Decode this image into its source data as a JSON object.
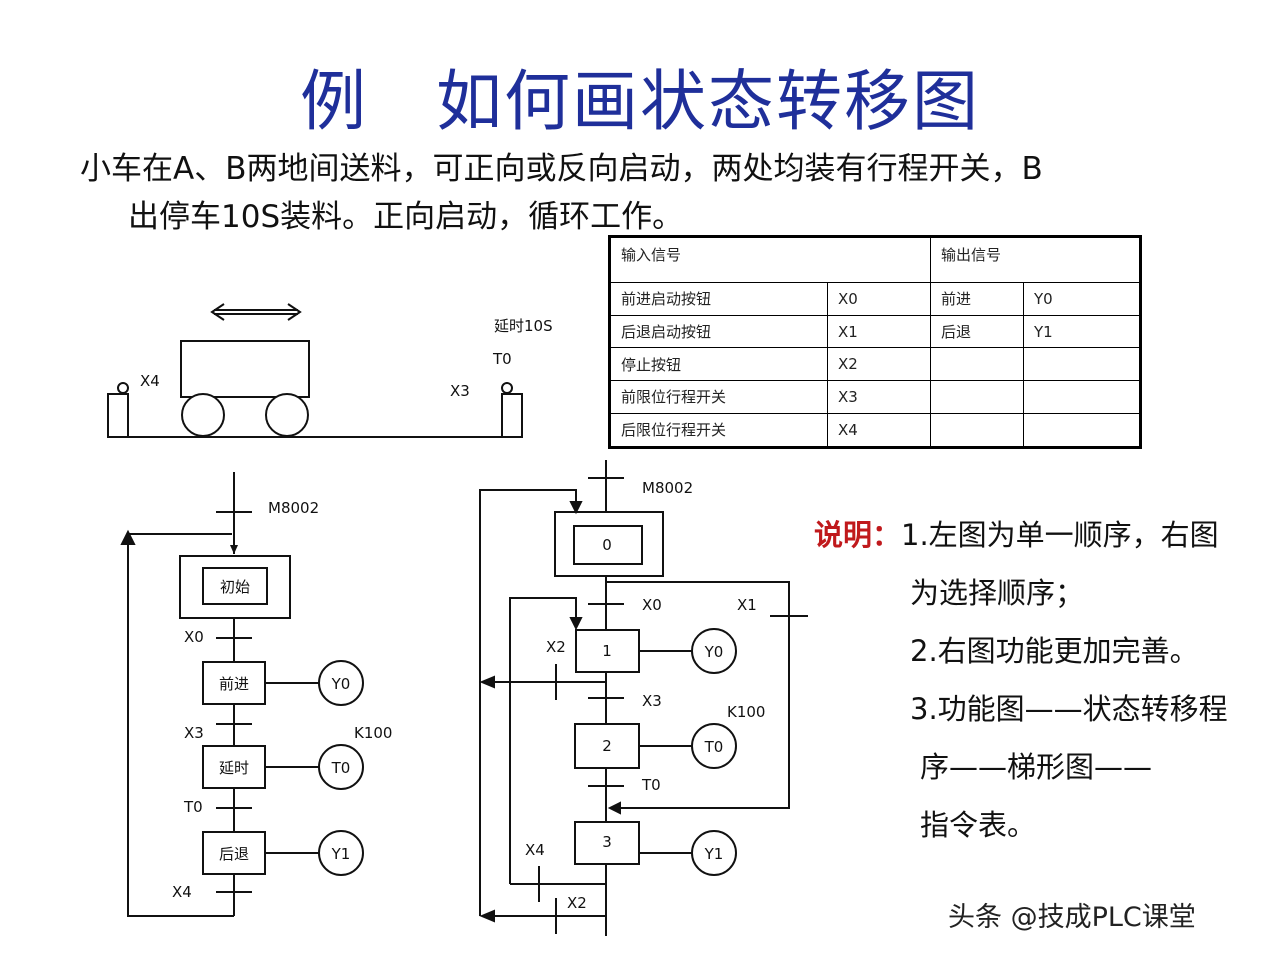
{
  "title": "例　如何画状态转移图",
  "description": {
    "line1": "小车在A、B两地间送料，可正向或反向启动，两处均装有行程开关，B",
    "line2": "出停车10S装料。正向启动，循环工作。"
  },
  "cart_scene": {
    "label_x4": "X4",
    "label_x3": "X3",
    "delay_label": "延时10S",
    "timer_label": "T0"
  },
  "io_table": {
    "input_header": "输入信号",
    "output_header": "输出信号",
    "rows": [
      {
        "input_name": "前进启动按钮",
        "input_addr": "X0",
        "output_name": "前进",
        "output_addr": "Y0"
      },
      {
        "input_name": "后退启动按钮",
        "input_addr": "X1",
        "output_name": "后退",
        "output_addr": "Y1"
      },
      {
        "input_name": "停止按钮",
        "input_addr": "X2",
        "output_name": "",
        "output_addr": ""
      },
      {
        "input_name": "前限位行程开关",
        "input_addr": "X3",
        "output_name": "",
        "output_addr": ""
      },
      {
        "input_name": "后限位行程开关",
        "input_addr": "X4",
        "output_name": "",
        "output_addr": ""
      }
    ]
  },
  "left_chart": {
    "init_signal": "M8002",
    "initial_step": "初始",
    "steps": [
      "前进",
      "延时",
      "后退"
    ],
    "transitions": [
      "X0",
      "X3",
      "T0",
      "X4"
    ],
    "outputs": [
      "Y0",
      "T0",
      "Y1"
    ],
    "timer_preset": "K100"
  },
  "right_chart": {
    "init_signal": "M8002",
    "steps": [
      "0",
      "1",
      "2",
      "3"
    ],
    "transitions": {
      "t0_1": "X0",
      "t0_3": "X1",
      "t1_0": "X2",
      "t1_2": "X3",
      "t2_3": "T0",
      "t3_1": "X4",
      "t3_0": "X2"
    },
    "outputs": [
      "Y0",
      "T0",
      "Y1"
    ],
    "timer_preset": "K100"
  },
  "notes": {
    "label": "说明：",
    "item1_a": "1.左图为单一顺序，右图",
    "item1_b": "为选择顺序；",
    "item2": "2.右图功能更加完善。",
    "item3_a": "3.功能图——状态转移程",
    "item3_b": "序——梯形图——",
    "item3_c": "指令表。"
  },
  "watermark": "头条 @技成PLC课堂",
  "colors": {
    "title": "#1f2f9a",
    "note_label": "#c0191c"
  }
}
